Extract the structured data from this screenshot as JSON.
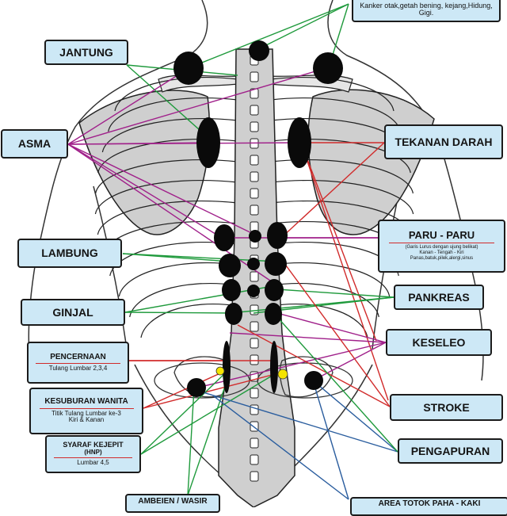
{
  "labels": {
    "top_right": "Kanker otak,getah bening, kejang,Hidung, Gigi.",
    "jantung": "JANTUNG",
    "asma": "ASMA",
    "tekanan_darah": "TEKANAN DARAH",
    "lambung": "LAMBUNG",
    "paru_title": "PARU - PARU",
    "paru_sub1": "(Garis Lurus dengan ujung belikat)",
    "paru_sub2": "Kanan - Tengah - Kiri",
    "paru_sub3": "Panas,batuk,pilek,alergi,sinus",
    "ginjal": "GINJAL",
    "pankreas": "PANKREAS",
    "pencernaan_title": "PENCERNAAN",
    "pencernaan_sub": "Tulang Lumbar 2,3,4",
    "keseleo": "KESELEO",
    "kesuburan_title": "KESUBURAN WANITA",
    "kesuburan_sub1": "Titik Tulang Lumbar ke-3",
    "kesuburan_sub2": "Kiri & Kanan",
    "stroke": "STROKE",
    "syaraf_title1": "SYARAF KEJEPIT",
    "syaraf_title2": "(HNP)",
    "syaraf_sub": "Lumbar 4,5",
    "pengapuran": "PENGAPURAN",
    "ambeien": "AMBEIEN / WASIR",
    "area_totok": "AREA TOTOK PAHA - KAKI"
  },
  "colors": {
    "label_bg": "#cde8f6",
    "point": "#0a0a0a",
    "yellow_point": "#f4e400",
    "bone": "#cfcfcf",
    "line_green": "#1f9a3c",
    "line_purple": "#a0208a",
    "line_red": "#d12b2b",
    "line_blue": "#2a5d9e"
  }
}
